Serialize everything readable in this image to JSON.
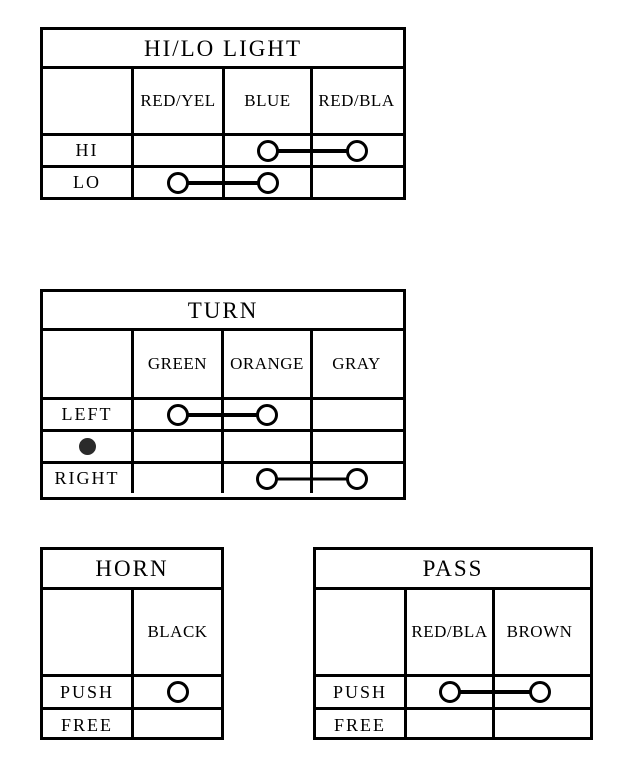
{
  "tables": [
    {
      "key": "hilo",
      "title": "HI/LO LIGHT",
      "wires": [
        "RED/YEL",
        "BLUE",
        "RED/BLA"
      ],
      "rows": [
        {
          "label": "HI",
          "marks": [
            "",
            "o-right",
            "o-left"
          ]
        },
        {
          "label": "LO",
          "marks": [
            "o-right",
            "o-left",
            ""
          ]
        }
      ]
    },
    {
      "key": "turn",
      "title": "TURN",
      "wires": [
        "GREEN",
        "ORANGE",
        "GRAY"
      ],
      "rows": [
        {
          "label": "LEFT",
          "marks": [
            "o-right",
            "o-left",
            ""
          ]
        },
        {
          "label": "",
          "label_icon": "filled-dot",
          "marks": [
            "",
            "",
            ""
          ]
        },
        {
          "label": "RIGHT",
          "marks": [
            "",
            "o-right",
            "o-left"
          ]
        }
      ]
    },
    {
      "key": "horn",
      "title": "HORN",
      "wires": [
        "BLACK"
      ],
      "rows": [
        {
          "label": "PUSH",
          "marks": [
            "o"
          ]
        },
        {
          "label": "FREE",
          "marks": [
            ""
          ]
        }
      ]
    },
    {
      "key": "pass",
      "title": "PASS",
      "wires": [
        "RED/BLA",
        "BROWN"
      ],
      "rows": [
        {
          "label": "PUSH",
          "marks": [
            "o-right",
            "o-left"
          ]
        },
        {
          "label": "FREE",
          "marks": [
            "",
            ""
          ]
        }
      ]
    }
  ],
  "colors": {
    "ink": "#000000",
    "paper": "#ffffff",
    "filled_mark": "#2b2b2b"
  }
}
